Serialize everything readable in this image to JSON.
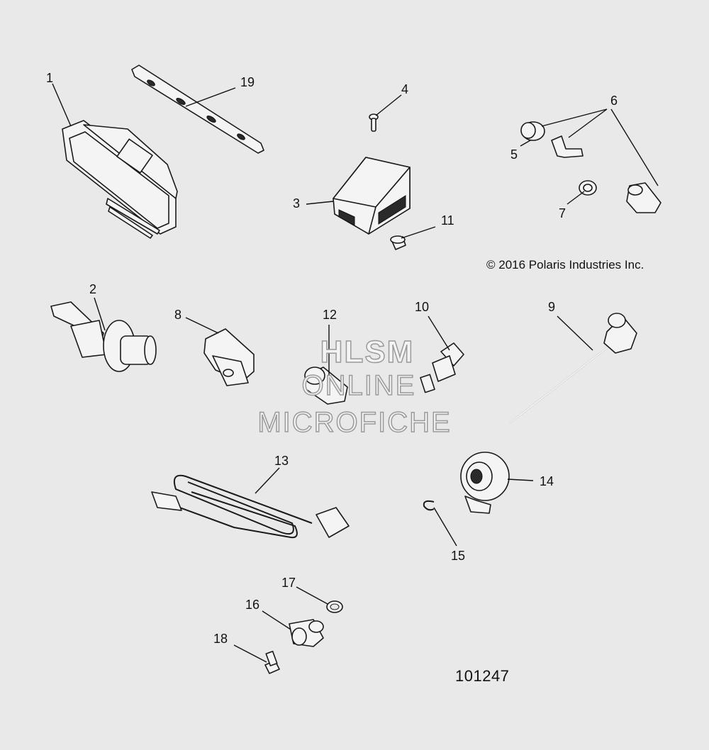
{
  "diagram": {
    "copyright": "© 2016 Polaris Industries Inc.",
    "drawing_number": "101247",
    "watermark": [
      "HLSM",
      "ONLINE",
      "MICROFICHE"
    ],
    "callouts": [
      "1",
      "2",
      "3",
      "4",
      "5",
      "6",
      "7",
      "8",
      "9",
      "10",
      "11",
      "12",
      "13",
      "14",
      "15",
      "16",
      "17",
      "18",
      "19"
    ]
  }
}
